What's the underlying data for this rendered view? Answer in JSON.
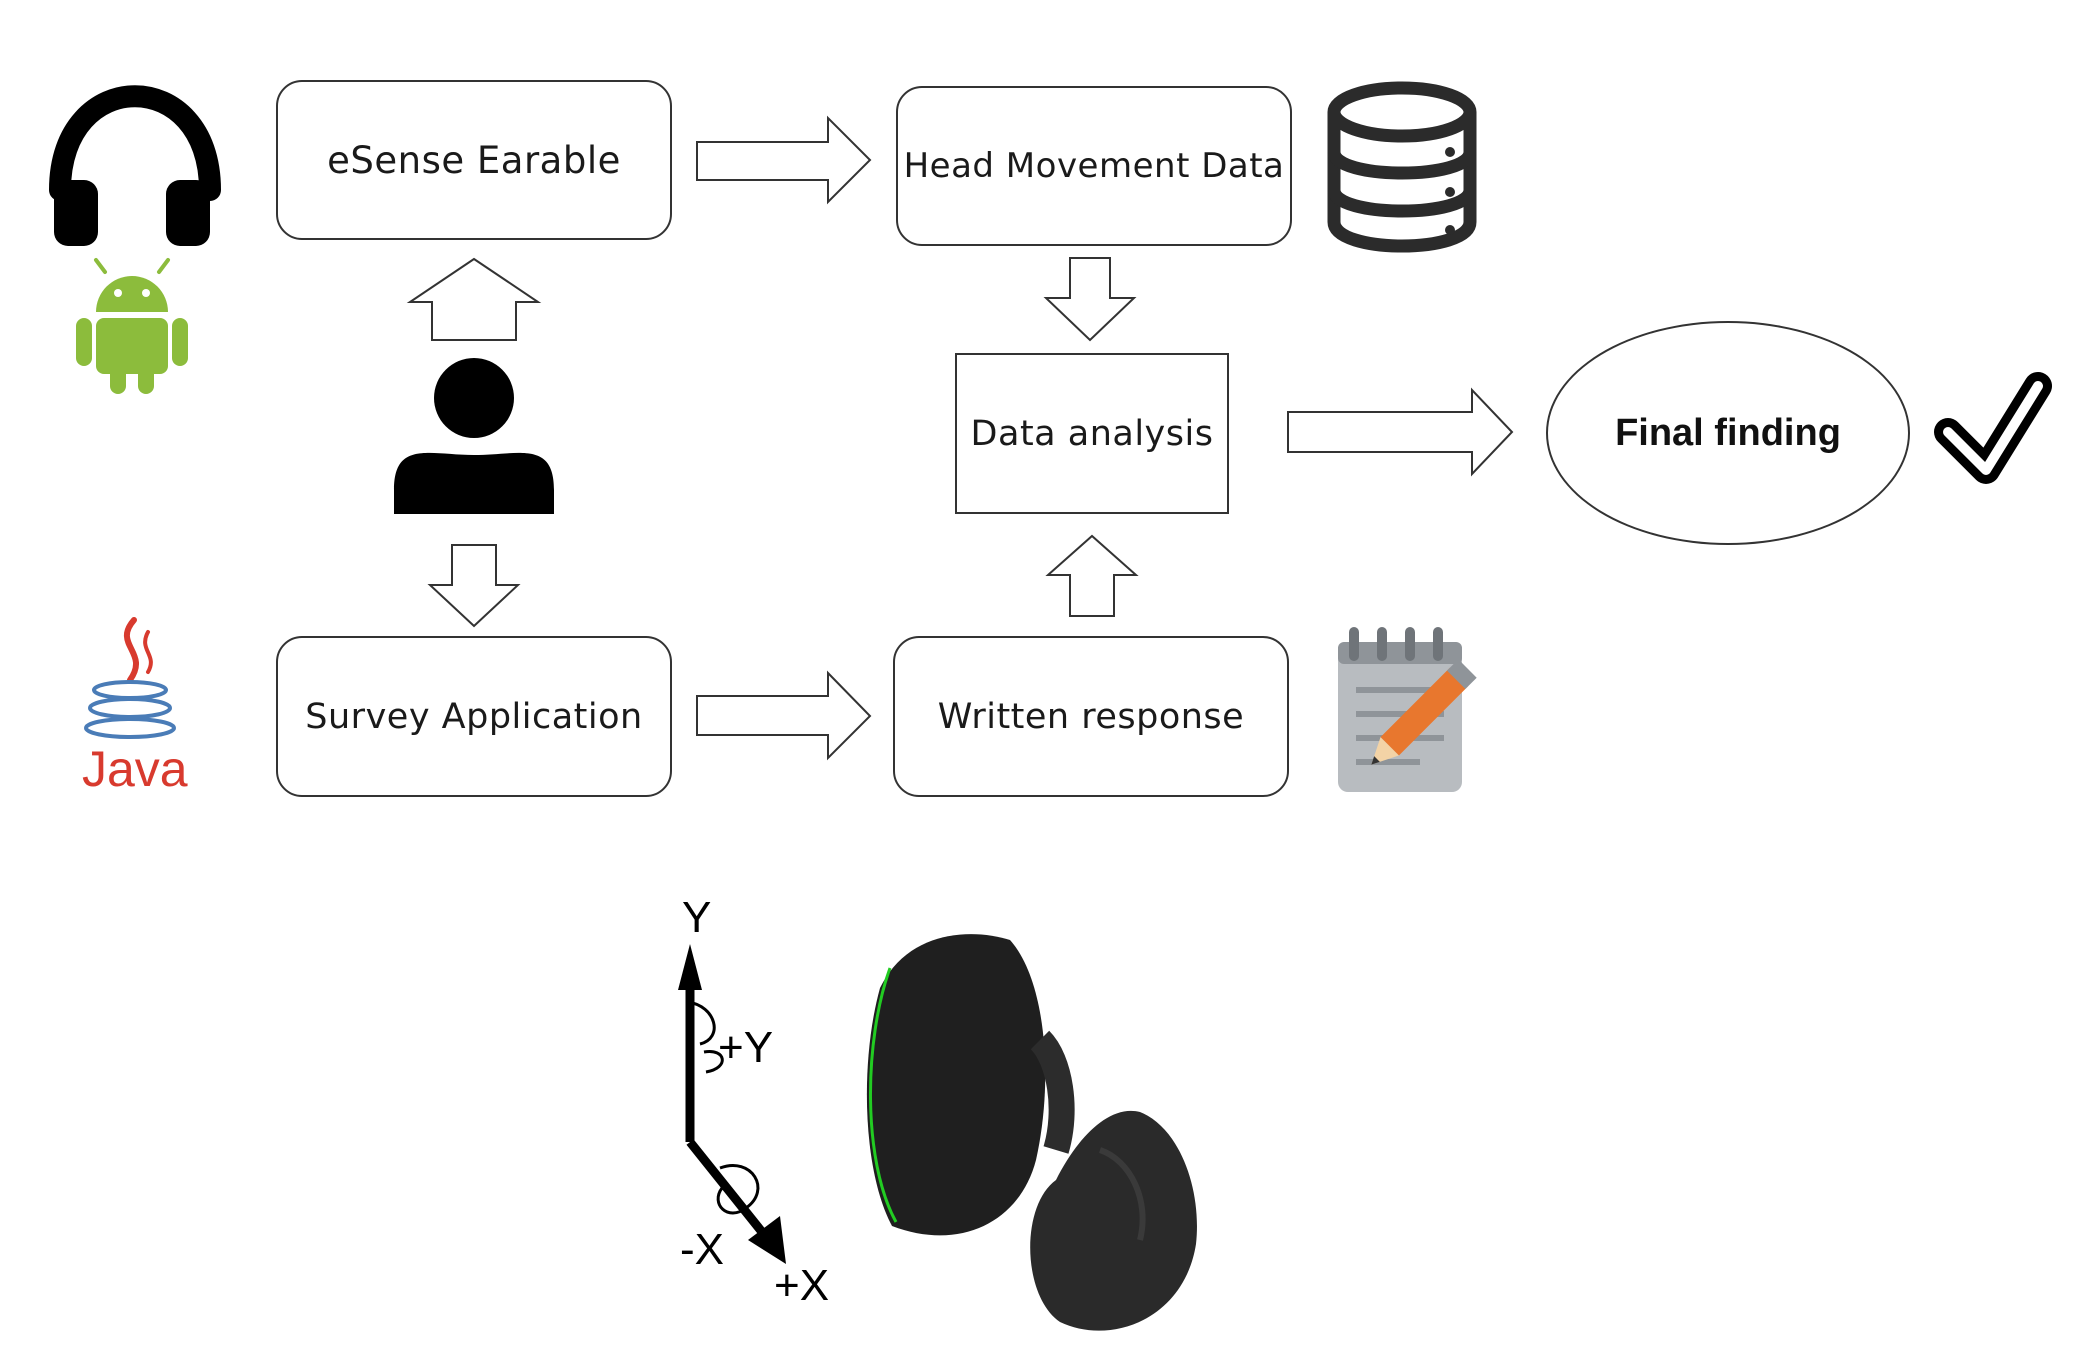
{
  "diagram": {
    "nodes": {
      "esense_earable": "eSense Earable",
      "head_movement_data": "Head Movement Data",
      "data_analysis": "Data analysis",
      "final_finding": "Final finding",
      "survey_application": "Survey Application",
      "written_response": "Written response"
    },
    "icons": {
      "headphones": "headphones-icon",
      "android": "android-icon",
      "user": "user-icon",
      "database": "database-icon",
      "check": "checkmark-icon",
      "java": "java-logo",
      "notepad": "notepad-pencil-icon",
      "earbud": "earbud-image"
    },
    "java_logo_text": "Java",
    "axes": {
      "y": "Y",
      "plus_y": "+Y",
      "minus_x": "-X",
      "plus_x": "+X"
    },
    "edges": [
      {
        "from": "esense_earable",
        "to": "head_movement_data"
      },
      {
        "from": "head_movement_data",
        "to": "data_analysis"
      },
      {
        "from": "data_analysis",
        "to": "final_finding"
      },
      {
        "from": "user",
        "to": "esense_earable"
      },
      {
        "from": "user",
        "to": "survey_application"
      },
      {
        "from": "survey_application",
        "to": "written_response"
      },
      {
        "from": "written_response",
        "to": "data_analysis"
      }
    ],
    "colors": {
      "android_green": "#8cbc3c",
      "java_red": "#d83a2e",
      "java_blue": "#4a7cb7",
      "notepad_gray": "#b8bcc0",
      "pencil_orange": "#e8772e",
      "earbud_black": "#1f1f1f",
      "earbud_accent_green": "#22cc22"
    }
  }
}
